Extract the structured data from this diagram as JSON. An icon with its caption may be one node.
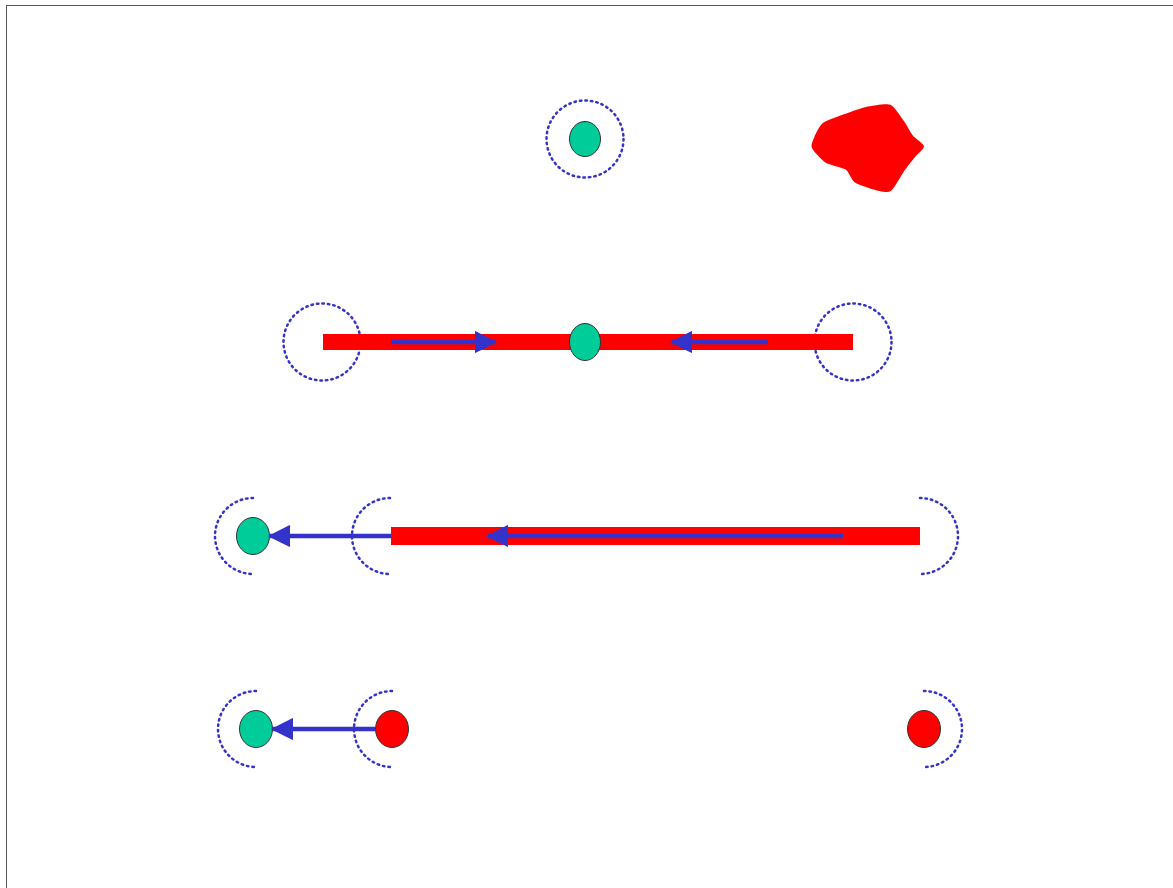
{
  "diagram": {
    "nodes": [
      {
        "text": [],
        "shape": "ring"
      },
      {
        "text": [],
        "shape": "circle",
        "in": 0
      },
      {
        "text": [],
        "shape": "blob"
      },
      {
        "text": [],
        "shape": "ring"
      },
      {
        "text": [],
        "shape": "bar"
      },
      {
        "text": [],
        "shape": "circle"
      },
      {
        "text": [],
        "shape": "ring"
      },
      {
        "text": [],
        "shape": "circle"
      },
      {
        "text": [],
        "shape": "bar"
      },
      {
        "text": [],
        "shape": "circle"
      },
      {
        "text": [],
        "shape": "circle"
      },
      {
        "text": [],
        "shape": "circle"
      }
    ],
    "edges": [
      {
        "from": 8,
        "to": 7,
        "arrow": "to"
      },
      {
        "from": 10,
        "to": 9,
        "arrow": "to"
      }
    ]
  }
}
